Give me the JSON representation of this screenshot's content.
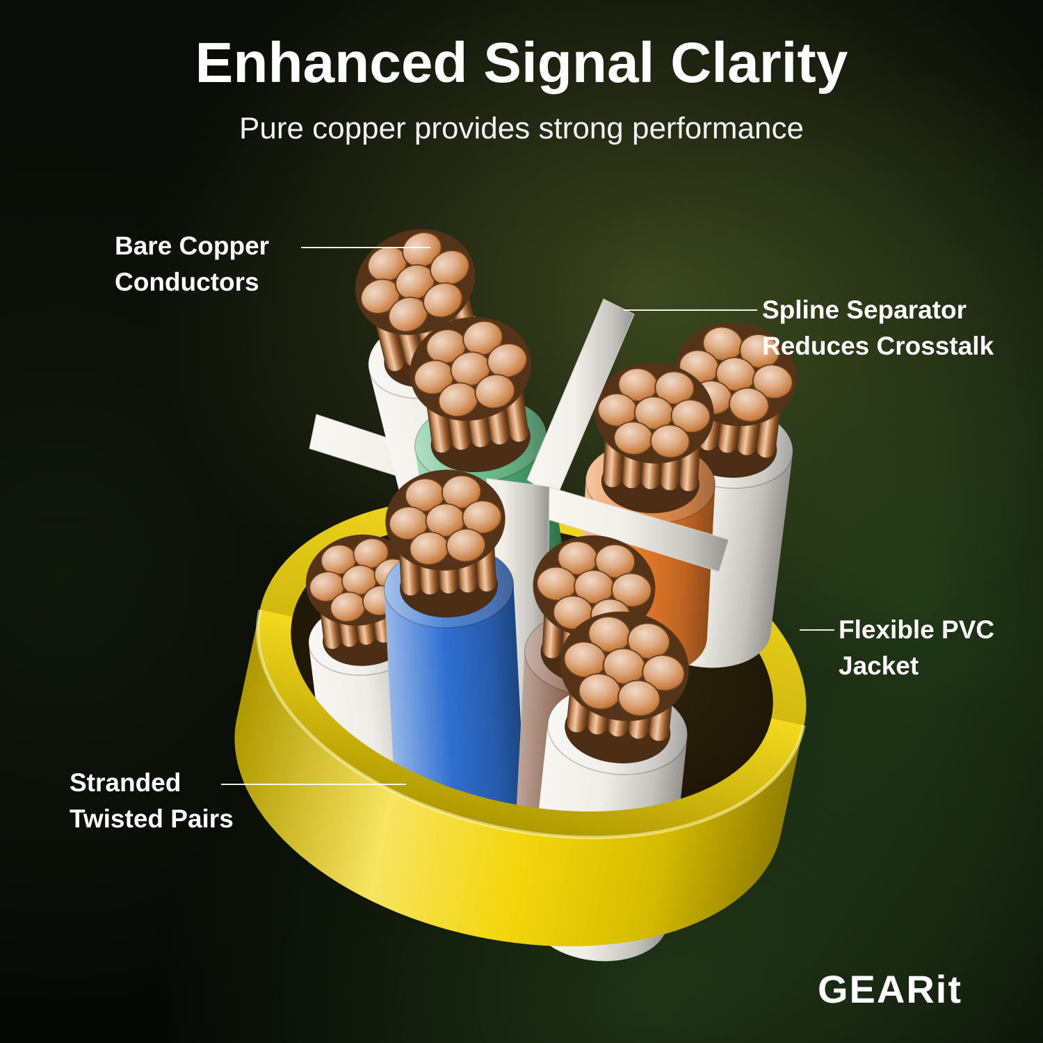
{
  "header": {
    "title": "Enhanced Signal Clarity",
    "subtitle": "Pure copper provides strong performance"
  },
  "callouts": {
    "bare_copper": {
      "line1": "Bare Copper",
      "line2": "Conductors"
    },
    "spline": {
      "line1": "Spline Separator",
      "line2": "Reduces Crosstalk"
    },
    "pvc_jacket": {
      "line1": "Flexible PVC",
      "line2": "Jacket"
    },
    "twisted_pairs": {
      "line1": "Stranded",
      "line2": "Twisted Pairs"
    }
  },
  "brand": {
    "logo": "GEARit"
  },
  "illustration": {
    "subject": "Cutaway of a yellow Ethernet cable showing four stranded twisted pairs around a white spline separator",
    "colors": {
      "jacket": "#F2D400",
      "spline": "#F1EFE8",
      "copper": "#C97A3A",
      "pair_white": "#EFEDE6",
      "pair_green": "#4FB478",
      "pair_orange": "#E87A2A",
      "pair_blue": "#2F6FD0",
      "pair_brown": "#7A4A33"
    }
  }
}
